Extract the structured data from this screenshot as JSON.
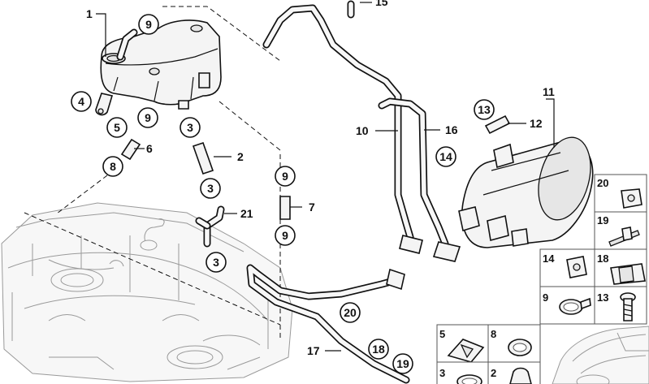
{
  "callouts": {
    "c1": "1",
    "c2": "2",
    "c6": "6",
    "c7": "7",
    "c10": "10",
    "c11": "11",
    "c12": "12",
    "c15": "15",
    "c16": "16",
    "c17": "17",
    "c21": "21"
  },
  "bubbles": {
    "b9a": "9",
    "b4": "4",
    "b5": "5",
    "b9b": "9",
    "b3a": "3",
    "b8": "8",
    "b3b": "3",
    "b3c": "3",
    "b9c": "9",
    "b9d": "9",
    "b13": "13",
    "b14": "14",
    "b20": "20",
    "b18": "18",
    "b19": "19"
  },
  "tiles": {
    "t20": "20",
    "t19": "19",
    "t14": "14",
    "t18": "18",
    "t9": "9",
    "t13": "13",
    "t5": "5",
    "t8": "8",
    "t3": "3",
    "t2": "2"
  }
}
